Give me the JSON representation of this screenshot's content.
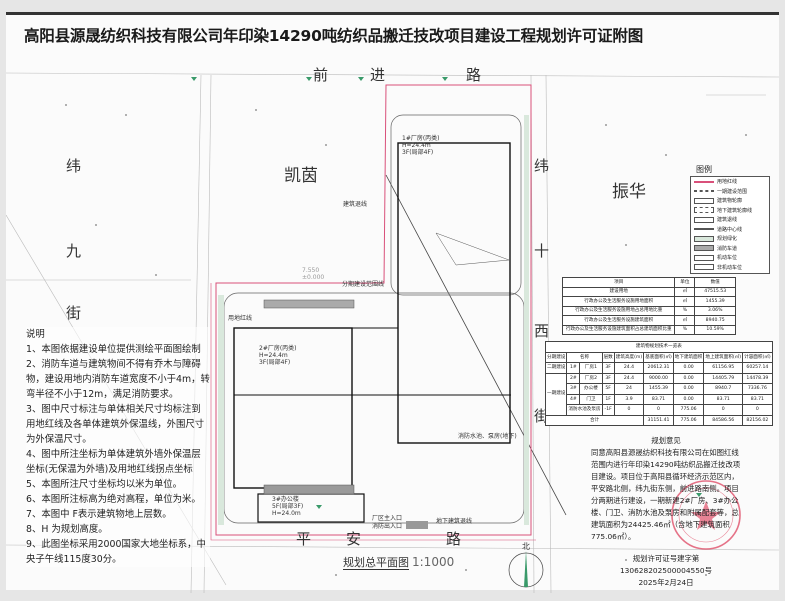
{
  "title": "高阳县源晟纺织科技有限公司年印染14290吨纺织品搬迁技改项目建设工程规划许可证附图",
  "roads": {
    "north": [
      "前",
      "进",
      "路"
    ],
    "south": [
      "平",
      "安",
      "路"
    ],
    "west": [
      "纬",
      "九",
      "街"
    ],
    "east": [
      "纬",
      "十",
      "西",
      "街"
    ],
    "northwest_area": "凯茵",
    "northeast_area": "振华"
  },
  "buildings": [
    {
      "name": "1#厂房(丙类)",
      "height": "H=24.4m",
      "floors": "3F(局部4F)"
    },
    {
      "name": "2#厂房(丙类)",
      "height": "H=24.4m",
      "floors": "3F(局部4F)"
    },
    {
      "name": "3#办公楼",
      "height": "H=24.0m",
      "floors": "5F(局部3F)"
    }
  ],
  "map_labels": {
    "elev_zero": "±0.000",
    "elev_abs": "7.550",
    "setback": "建筑退线",
    "boundary": "用地红线",
    "future": "分期建设范围线",
    "fire_lane": "消防车道",
    "entrance1": "厂区主入口",
    "entrance2": "消防出入口",
    "underground": "地下建筑退线",
    "north": "北",
    "fire_pool": "消防水池、泵房(地下)"
  },
  "notes": {
    "heading": "说明",
    "items": [
      "1、本图依据建设单位提供测绘平面图绘制",
      "2、消防车道与建筑物间不得有乔木与障碍物，建设用地内消防车道宽度不小于4m，转弯半径不小于12m，满足消防要求。",
      "3、图中尺寸标注与单体相关尺寸均标注到用地红线及各单体建筑外保温线，外围尺寸为外保温尺寸。",
      "4、图中所注坐标为单体建筑外墙外保温层坐标(无保温为外墙)及用地红线拐点坐标",
      "5、本图所注尺寸坐标均以米为单位。",
      "6、本图所注标高为绝对高程，单位为米。",
      "7、本图中 F表示建筑物地上层数。",
      "8、H 为规划高度。",
      "9、此图坐标采用2000国家大地坐标系，中央子午线115度30分。"
    ]
  },
  "legend": {
    "title": "图例",
    "items": [
      "用地红线",
      "一期建设范围",
      "建筑物轮廓",
      "地下建筑轮廓线",
      "建筑退线",
      "道路中心线",
      "规划绿化",
      "消防车道",
      "机动车位",
      "非机动车位"
    ]
  },
  "indicators": {
    "headers": [
      "项目",
      "单位",
      "数值"
    ],
    "rows": [
      [
        "建设用地",
        "㎡",
        "47515.53"
      ],
      [
        "行政办公及生活服务设施用地面积",
        "㎡",
        "1455.39"
      ],
      [
        "行政办公及生活服务设施用地占总用地比重",
        "%",
        "3.06%"
      ],
      [
        "行政办公及生活服务设施建筑面积",
        "㎡",
        "8940.75"
      ],
      [
        "行政办公及生活服务设施建筑面积占总建筑面积比重",
        "%",
        "10.59%"
      ]
    ]
  },
  "building_table": {
    "title": "建筑物规划技术一览表",
    "headers": [
      "分期建设",
      "名称",
      "",
      "层数",
      "建筑高度(m)",
      "基底面积(㎡)",
      "地下建筑面积",
      "地上建筑面积(㎡)",
      "计容面积(㎡)"
    ],
    "rows": [
      [
        "二期建设",
        "1#",
        "厂房1",
        "3F",
        "24.4",
        "20612.31",
        "0.00",
        "61156.95",
        "60257.14"
      ],
      [
        "一期建设",
        "2#",
        "厂房2",
        "3F",
        "24.4",
        "9000.00",
        "0.00",
        "14405.79",
        "14478.39"
      ],
      [
        "",
        "3#",
        "办公楼",
        "5F",
        "24",
        "1455.39",
        "0.00",
        "8940.7",
        "7336.76"
      ],
      [
        "",
        "4#",
        "门卫",
        "1F",
        "3.9",
        "83.71",
        "0.00",
        "83.71",
        "83.71"
      ],
      [
        "",
        "消防水池及泵房",
        "",
        "-1F",
        "0",
        "0",
        "775.06",
        "0",
        "0"
      ]
    ],
    "total": [
      "合计",
      "31151.41",
      "775.06",
      "84586.56",
      "82156.02"
    ]
  },
  "approval": {
    "heading": "规划意见",
    "body": "同意高阳县源晟纺织科技有限公司在如图红线范围内进行年印染14290吨纺织品搬迁技改项目建设。项目位于高阳县循环经济示范区内，平安路北侧，纬九街东侧，前进路南侧。项目分两期进行建设，一期新建2#厂房、3#办公楼、门卫、消防水池及泵房和附属配套等，总建筑面积为24425.46㎡（含地下建筑面积775.06㎡）。",
    "permit_no": "规划许可证号建字第130628202500004550号",
    "date": "2025年2月24日",
    "colors": {
      "seal": "#e0506a",
      "boundary": "#d9507a",
      "green": "#3a9a6a"
    }
  },
  "plan_title": "规划总平面图",
  "scale": "1:1000"
}
